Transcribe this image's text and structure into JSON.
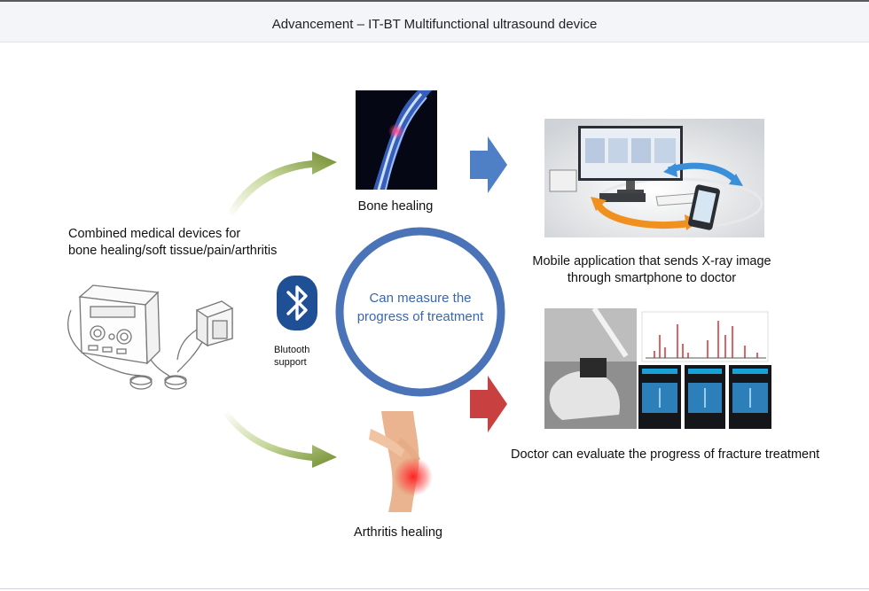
{
  "header": {
    "title": "Advancement – IT-BT Multifunctional ultrasound device"
  },
  "left": {
    "line1": "Combined medical devices for",
    "line2": "bone healing/soft tissue/pain/arthritis"
  },
  "bluetooth": {
    "line1": "Blutooth",
    "line2": "support"
  },
  "center": {
    "line1": "Can measure the",
    "line2": "progress of treatment"
  },
  "bone": {
    "label": "Bone healing"
  },
  "arthritis": {
    "label": "Arthritis healing"
  },
  "mobile": {
    "line1": "Mobile application that sends X-ray image",
    "line2": "through smartphone to doctor"
  },
  "doctor": {
    "label": "Doctor can evaluate the progress of fracture treatment"
  },
  "colors": {
    "ring": "#4a73b8",
    "center_text": "#3a66b0",
    "blue_arrow": "#4f7fc4",
    "red_arrow": "#c84040",
    "green_arrow": "#7f9a3a",
    "orange_arrow": "#f0911f"
  }
}
